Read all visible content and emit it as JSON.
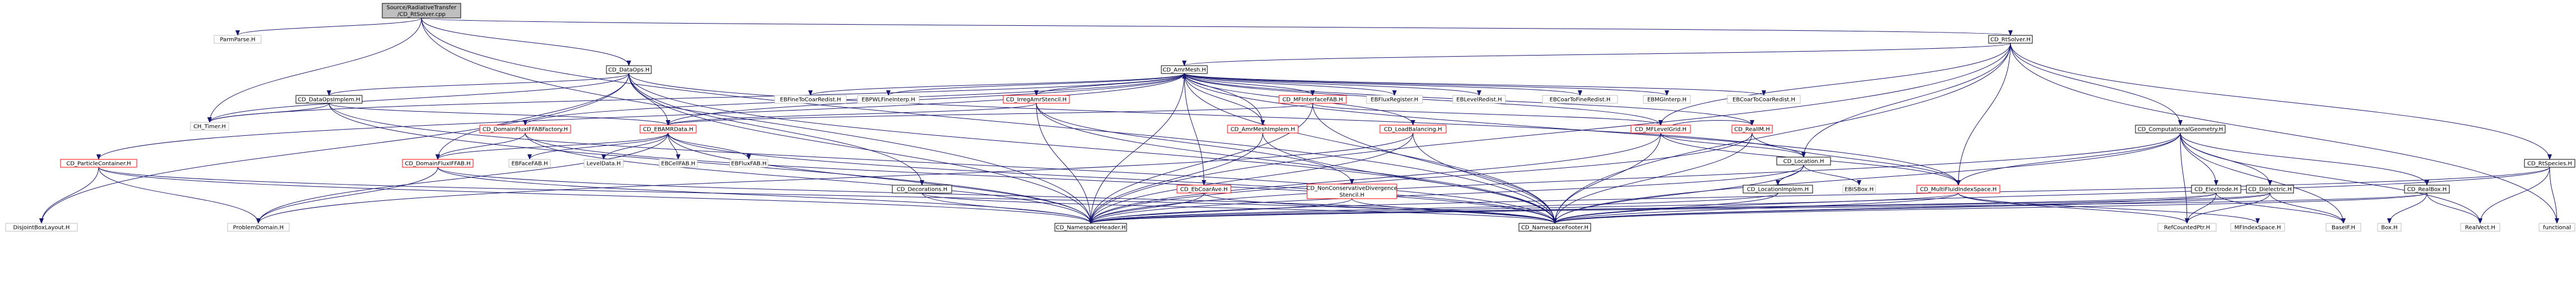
{
  "nodes": [
    {
      "id": "root",
      "lines": [
        "Source/RadiativeTransfer",
        "/CD_RtSolver.cpp"
      ],
      "style": "root"
    },
    {
      "id": "parmparse",
      "lines": [
        "ParmParse.H"
      ],
      "style": "plain"
    },
    {
      "id": "rtsolver",
      "lines": [
        "CD_RtSolver.H"
      ],
      "style": "normal"
    },
    {
      "id": "dataops",
      "lines": [
        "CD_DataOps.H"
      ],
      "style": "normal"
    },
    {
      "id": "amrmesh",
      "lines": [
        "CD_AmrMesh.H"
      ],
      "style": "normal"
    },
    {
      "id": "dataopsimplem",
      "lines": [
        "CD_DataOpsImplem.H"
      ],
      "style": "normal"
    },
    {
      "id": "cmtimer",
      "lines": [
        "CH_Timer.H"
      ],
      "style": "plain"
    },
    {
      "id": "ebfinetocoarredist",
      "lines": [
        "EBFineToCoarRedist.H"
      ],
      "style": "plain"
    },
    {
      "id": "ebpwlfineinterp",
      "lines": [
        "EBPWLFineInterp.H"
      ],
      "style": "plain"
    },
    {
      "id": "irregamrstencil",
      "lines": [
        "CD_IrregAmrStencil.H"
      ],
      "style": "linked"
    },
    {
      "id": "mfinterfacefab",
      "lines": [
        "CD_MFInterfaceFAB.H"
      ],
      "style": "linked"
    },
    {
      "id": "ebfluxregister",
      "lines": [
        "EBFluxRegister.H"
      ],
      "style": "plain"
    },
    {
      "id": "eblevelredist",
      "lines": [
        "EBLevelRedist.H"
      ],
      "style": "plain"
    },
    {
      "id": "ebcoartofineredist",
      "lines": [
        "EBCoarToFineRedist.H"
      ],
      "style": "plain"
    },
    {
      "id": "ebmginterp",
      "lines": [
        "EBMGInterp.H"
      ],
      "style": "plain"
    },
    {
      "id": "ebcoartocoarredist",
      "lines": [
        "EBCoarToCoarRedist.H"
      ],
      "style": "plain"
    },
    {
      "id": "realim",
      "lines": [
        "CD_RealIM.H"
      ],
      "style": "linked"
    },
    {
      "id": "domainfluxiffabfactory",
      "lines": [
        "CD_DomainFluxIFFABFactory.H"
      ],
      "style": "linked"
    },
    {
      "id": "ebamrdata",
      "lines": [
        "CD_EBAMRData.H"
      ],
      "style": "linked"
    },
    {
      "id": "amrmeshimplem",
      "lines": [
        "CD_AmrMeshImplem.H"
      ],
      "style": "linked"
    },
    {
      "id": "loadbalancing",
      "lines": [
        "CD_LoadBalancing.H"
      ],
      "style": "linked"
    },
    {
      "id": "mflevelgrid",
      "lines": [
        "CD_MFLevelGrid.H"
      ],
      "style": "linked"
    },
    {
      "id": "location",
      "lines": [
        "CD_Location.H"
      ],
      "style": "normal"
    },
    {
      "id": "computationalgeometry",
      "lines": [
        "CD_ComputationalGeometry.H"
      ],
      "style": "normal"
    },
    {
      "id": "rtspecies",
      "lines": [
        "CD_RtSpecies.H"
      ],
      "style": "normal"
    },
    {
      "id": "particlecontainer",
      "lines": [
        "CD_ParticleContainer.H"
      ],
      "style": "linked"
    },
    {
      "id": "domainfluxiffab",
      "lines": [
        "CD_DomainFluxIFFAB.H"
      ],
      "style": "linked"
    },
    {
      "id": "ebfacefab",
      "lines": [
        "EBFaceFAB.H"
      ],
      "style": "plain"
    },
    {
      "id": "leveldata",
      "lines": [
        "LevelData.H"
      ],
      "style": "plain"
    },
    {
      "id": "ebcellfab",
      "lines": [
        "EBCellFAB.H"
      ],
      "style": "plain"
    },
    {
      "id": "ebfluxfab",
      "lines": [
        "EBFluxFAB.H"
      ],
      "style": "plain"
    },
    {
      "id": "decorations",
      "lines": [
        "CD_Decorations.H"
      ],
      "style": "normal"
    },
    {
      "id": "ebcoarave",
      "lines": [
        "CD_EbCoarAve.H"
      ],
      "style": "linked"
    },
    {
      "id": "nonconservativedivergencestencil",
      "lines": [
        "CD_NonConservativeDivergence",
        "Stencil.H"
      ],
      "style": "linked"
    },
    {
      "id": "locationimplem",
      "lines": [
        "CD_LocationImplem.H"
      ],
      "style": "normal"
    },
    {
      "id": "ebisbox",
      "lines": [
        "EBISBox.H"
      ],
      "style": "plain"
    },
    {
      "id": "multifluidindexspace",
      "lines": [
        "CD_MultiFluidIndexSpace.H"
      ],
      "style": "linked"
    },
    {
      "id": "electrode",
      "lines": [
        "CD_Electrode.H"
      ],
      "style": "normal"
    },
    {
      "id": "dielectric",
      "lines": [
        "CD_Dielectric.H"
      ],
      "style": "normal"
    },
    {
      "id": "realbox",
      "lines": [
        "CD_RealBox.H"
      ],
      "style": "normal"
    },
    {
      "id": "disjointboxlayout",
      "lines": [
        "DisjointBoxLayout.H"
      ],
      "style": "plain"
    },
    {
      "id": "problemdomain",
      "lines": [
        "ProblemDomain.H"
      ],
      "style": "plain"
    },
    {
      "id": "namespaceheader",
      "lines": [
        "CD_NamespaceHeader.H"
      ],
      "style": "normal"
    },
    {
      "id": "namespacefooter",
      "lines": [
        "CD_NamespaceFooter.H"
      ],
      "style": "normal"
    },
    {
      "id": "refcountedptr",
      "lines": [
        "RefCountedPtr.H"
      ],
      "style": "plain"
    },
    {
      "id": "mfindexspace",
      "lines": [
        "MFIndexSpace.H"
      ],
      "style": "plain"
    },
    {
      "id": "baseif",
      "lines": [
        "BaseIF.H"
      ],
      "style": "plain"
    },
    {
      "id": "box",
      "lines": [
        "Box.H"
      ],
      "style": "plain"
    },
    {
      "id": "realvect",
      "lines": [
        "RealVect.H"
      ],
      "style": "plain"
    },
    {
      "id": "functional",
      "lines": [
        "functional"
      ],
      "style": "plain"
    }
  ],
  "edges": [
    [
      "root",
      "parmparse"
    ],
    [
      "root",
      "rtsolver"
    ],
    [
      "root",
      "dataops"
    ],
    [
      "root",
      "cmtimer"
    ],
    [
      "root",
      "namespaceheader"
    ],
    [
      "root",
      "namespacefooter"
    ],
    [
      "rtsolver",
      "amrmesh"
    ],
    [
      "rtsolver",
      "computationalgeometry"
    ],
    [
      "rtsolver",
      "rtspecies"
    ],
    [
      "rtsolver",
      "location"
    ],
    [
      "rtsolver",
      "mflevelgrid"
    ],
    [
      "rtsolver",
      "functional"
    ],
    [
      "rtsolver",
      "namespaceheader"
    ],
    [
      "rtsolver",
      "namespacefooter"
    ],
    [
      "rtsolver",
      "multifluidindexspace"
    ],
    [
      "dataops",
      "dataopsimplem"
    ],
    [
      "dataops",
      "ebamrdata"
    ],
    [
      "dataops",
      "domainfluxiffab"
    ],
    [
      "dataops",
      "decorations"
    ],
    [
      "dataops",
      "location"
    ],
    [
      "dataops",
      "cmtimer"
    ],
    [
      "dataops",
      "namespaceheader"
    ],
    [
      "dataops",
      "namespacefooter"
    ],
    [
      "dataops",
      "disjointboxlayout"
    ],
    [
      "amrmesh",
      "ebfinetocoarredist"
    ],
    [
      "amrmesh",
      "ebpwlfineinterp"
    ],
    [
      "amrmesh",
      "irregamrstencil"
    ],
    [
      "amrmesh",
      "mfinterfacefab"
    ],
    [
      "amrmesh",
      "ebfluxregister"
    ],
    [
      "amrmesh",
      "eblevelredist"
    ],
    [
      "amrmesh",
      "ebcoartofineredist"
    ],
    [
      "amrmesh",
      "ebmginterp"
    ],
    [
      "amrmesh",
      "ebcoartocoarredist"
    ],
    [
      "amrmesh",
      "realim"
    ],
    [
      "amrmesh",
      "domainfluxiffabfactory"
    ],
    [
      "amrmesh",
      "ebamrdata"
    ],
    [
      "amrmesh",
      "amrmeshimplem"
    ],
    [
      "amrmesh",
      "loadbalancing"
    ],
    [
      "amrmesh",
      "mflevelgrid"
    ],
    [
      "amrmesh",
      "particlecontainer"
    ],
    [
      "amrmesh",
      "ebcoarave"
    ],
    [
      "amrmesh",
      "multifluidindexspace"
    ],
    [
      "amrmesh",
      "cmtimer"
    ],
    [
      "amrmesh",
      "namespaceheader"
    ],
    [
      "amrmesh",
      "namespacefooter"
    ],
    [
      "dataopsimplem",
      "cmtimer"
    ],
    [
      "dataopsimplem",
      "namespaceheader"
    ],
    [
      "dataopsimplem",
      "namespacefooter"
    ],
    [
      "dataopsimplem",
      "ebamrdata"
    ],
    [
      "irregamrstencil",
      "ebamrdata"
    ],
    [
      "irregamrstencil",
      "nonconservativedivergencestencil"
    ],
    [
      "irregamrstencil",
      "namespaceheader"
    ],
    [
      "irregamrstencil",
      "namespacefooter"
    ],
    [
      "mfinterfacefab",
      "mflevelgrid"
    ],
    [
      "mfinterfacefab",
      "ebamrdata"
    ],
    [
      "mfinterfacefab",
      "namespaceheader"
    ],
    [
      "mfinterfacefab",
      "namespacefooter"
    ],
    [
      "realim",
      "mflevelgrid"
    ],
    [
      "realim",
      "multifluidindexspace"
    ],
    [
      "realim",
      "namespaceheader"
    ],
    [
      "realim",
      "namespacefooter"
    ],
    [
      "domainfluxiffabfactory",
      "domainfluxiffab"
    ],
    [
      "domainfluxiffabfactory",
      "namespaceheader"
    ],
    [
      "domainfluxiffabfactory",
      "namespacefooter"
    ],
    [
      "ebamrdata",
      "ebfacefab"
    ],
    [
      "ebamrdata",
      "leveldata"
    ],
    [
      "ebamrdata",
      "ebcellfab"
    ],
    [
      "ebamrdata",
      "ebfluxfab"
    ],
    [
      "ebamrdata",
      "domainfluxiffab"
    ],
    [
      "ebamrdata",
      "namespaceheader"
    ],
    [
      "ebamrdata",
      "namespacefooter"
    ],
    [
      "ebamrdata",
      "problemdomain"
    ],
    [
      "amrmeshimplem",
      "amrmesh"
    ],
    [
      "amrmeshimplem",
      "namespaceheader"
    ],
    [
      "amrmeshimplem",
      "namespacefooter"
    ],
    [
      "loadbalancing",
      "namespaceheader"
    ],
    [
      "loadbalancing",
      "namespacefooter"
    ],
    [
      "loadbalancing",
      "problemdomain"
    ],
    [
      "mflevelgrid",
      "multifluidindexspace"
    ],
    [
      "mflevelgrid",
      "location"
    ],
    [
      "mflevelgrid",
      "namespaceheader"
    ],
    [
      "mflevelgrid",
      "namespacefooter"
    ],
    [
      "location",
      "locationimplem"
    ],
    [
      "location",
      "ebisbox"
    ],
    [
      "location",
      "namespaceheader"
    ],
    [
      "location",
      "namespacefooter"
    ],
    [
      "computationalgeometry",
      "electrode"
    ],
    [
      "computationalgeometry",
      "dielectric"
    ],
    [
      "computationalgeometry",
      "realbox"
    ],
    [
      "computationalgeometry",
      "multifluidindexspace"
    ],
    [
      "computationalgeometry",
      "namespaceheader"
    ],
    [
      "computationalgeometry",
      "namespacefooter"
    ],
    [
      "computationalgeometry",
      "baseif"
    ],
    [
      "computationalgeometry",
      "refcountedptr"
    ],
    [
      "computationalgeometry",
      "realvect"
    ],
    [
      "rtspecies",
      "realvect"
    ],
    [
      "rtspecies",
      "functional"
    ],
    [
      "rtspecies",
      "namespaceheader"
    ],
    [
      "rtspecies",
      "namespacefooter"
    ],
    [
      "particlecontainer",
      "disjointboxlayout"
    ],
    [
      "particlecontainer",
      "problemdomain"
    ],
    [
      "particlecontainer",
      "namespaceheader"
    ],
    [
      "particlecontainer",
      "namespacefooter"
    ],
    [
      "domainfluxiffab",
      "namespaceheader"
    ],
    [
      "domainfluxiffab",
      "namespacefooter"
    ],
    [
      "domainfluxiffab",
      "problemdomain"
    ],
    [
      "decorations",
      "namespaceheader"
    ],
    [
      "decorations",
      "namespacefooter"
    ],
    [
      "ebcoarave",
      "namespaceheader"
    ],
    [
      "ebcoarave",
      "namespacefooter"
    ],
    [
      "nonconservativedivergencestencil",
      "namespaceheader"
    ],
    [
      "nonconservativedivergencestencil",
      "namespacefooter"
    ],
    [
      "locationimplem",
      "namespaceheader"
    ],
    [
      "locationimplem",
      "namespacefooter"
    ],
    [
      "multifluidindexspace",
      "refcountedptr"
    ],
    [
      "multifluidindexspace",
      "mfindexspace"
    ],
    [
      "multifluidindexspace",
      "namespaceheader"
    ],
    [
      "multifluidindexspace",
      "namespacefooter"
    ],
    [
      "electrode",
      "baseif"
    ],
    [
      "electrode",
      "refcountedptr"
    ],
    [
      "electrode",
      "namespaceheader"
    ],
    [
      "electrode",
      "namespacefooter"
    ],
    [
      "dielectric",
      "baseif"
    ],
    [
      "dielectric",
      "refcountedptr"
    ],
    [
      "dielectric",
      "namespaceheader"
    ],
    [
      "dielectric",
      "namespacefooter"
    ],
    [
      "realbox",
      "box"
    ],
    [
      "realbox",
      "realvect"
    ],
    [
      "realbox",
      "namespaceheader"
    ],
    [
      "realbox",
      "namespacefooter"
    ]
  ]
}
